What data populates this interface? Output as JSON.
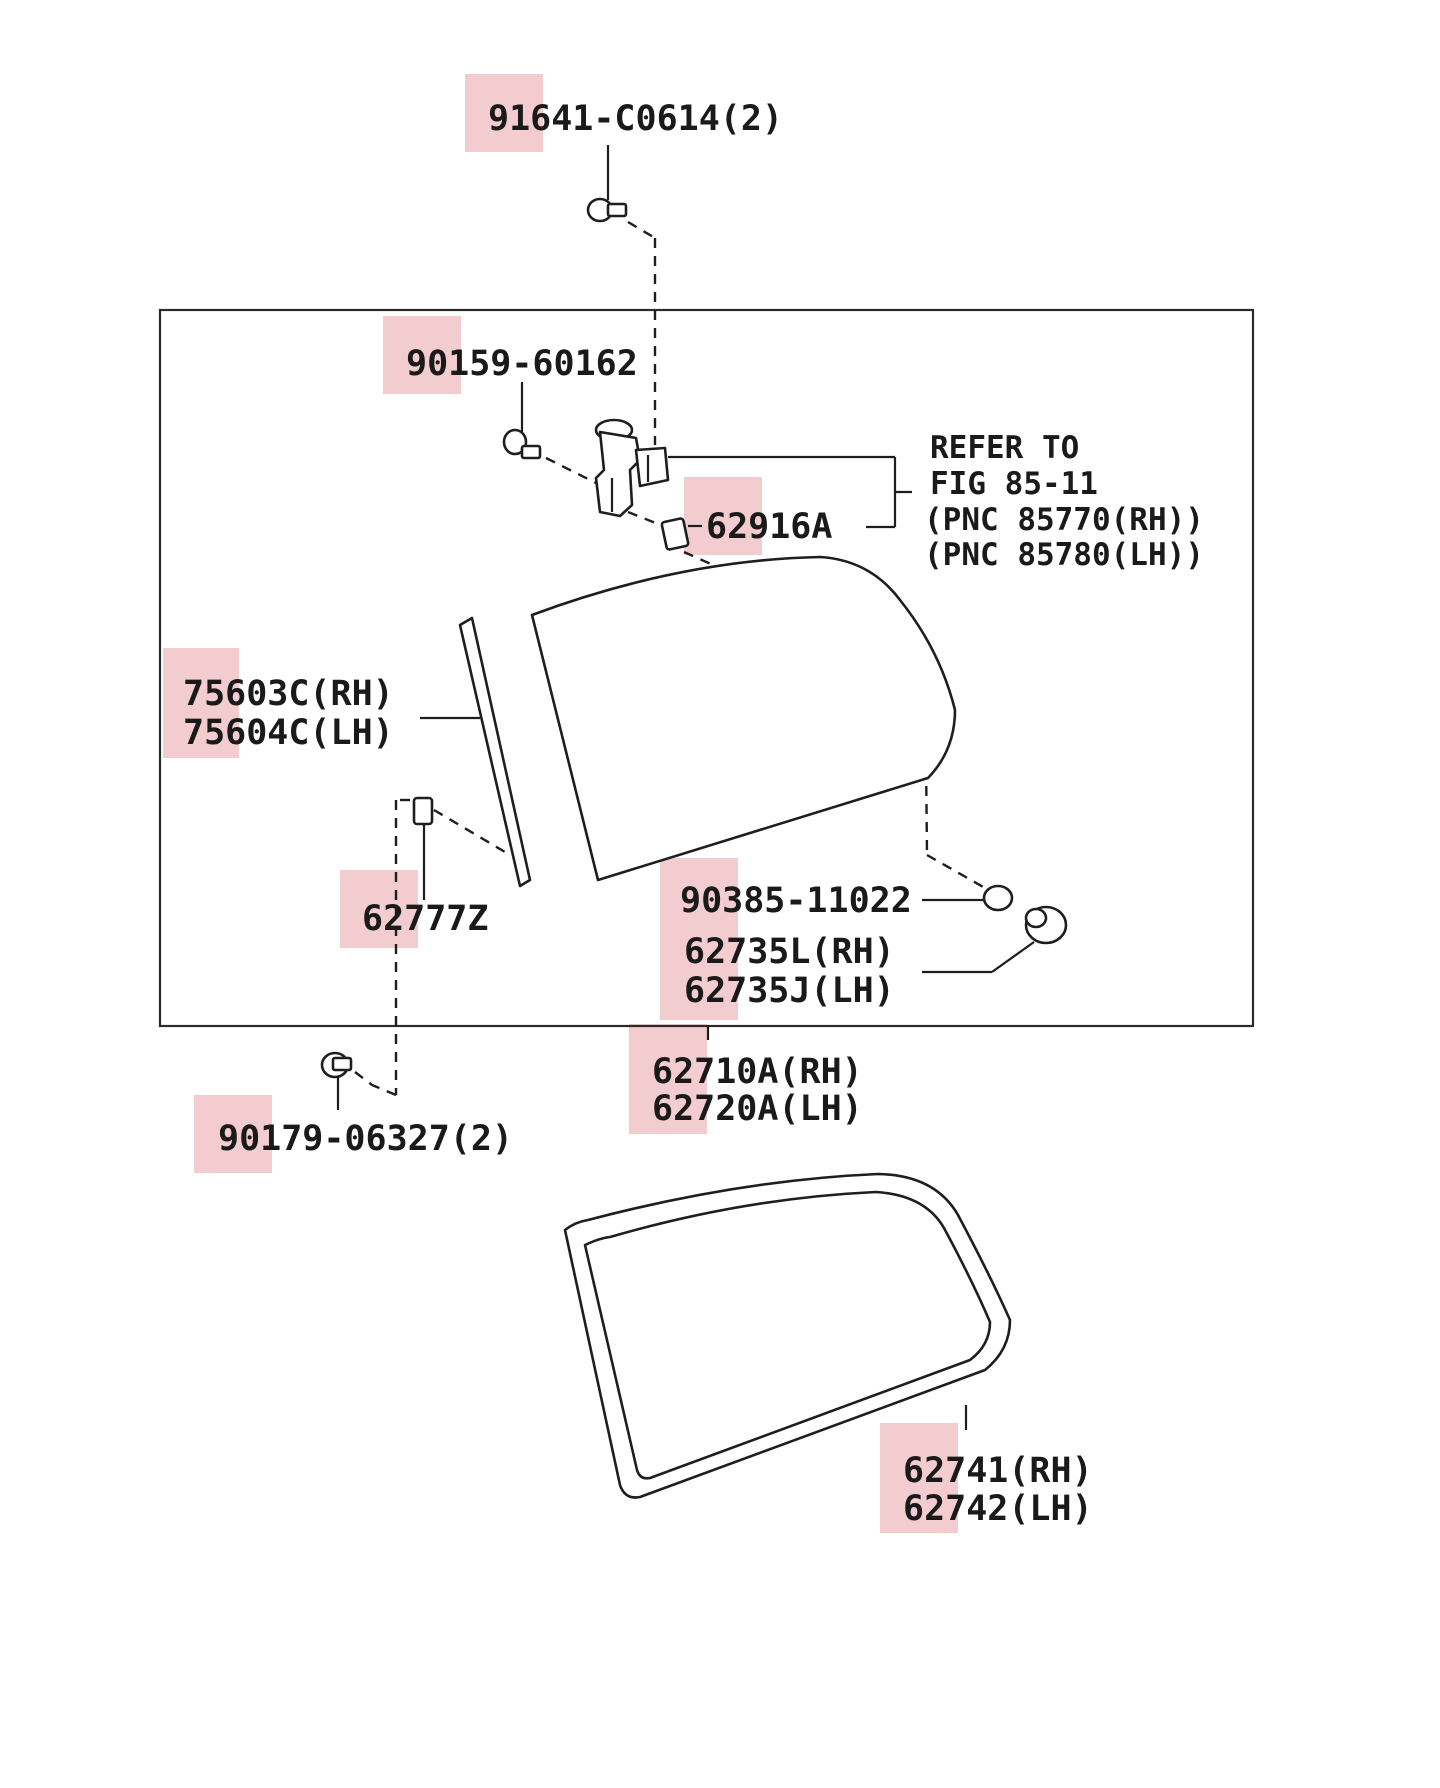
{
  "diagram": {
    "labels": {
      "bolt_top": "91641-C0614(2)",
      "screw_inner": "90159-60162",
      "refer_1": "REFER TO",
      "refer_2": "FIG 85-11",
      "refer_3": "(PNC 85770(RH))",
      "refer_4": "(PNC 85780(LH))",
      "clip_a": "62916A",
      "molding_rh": "75603C(RH)",
      "molding_lh": "75604C(LH)",
      "clip_z": "62777Z",
      "nut": "90385-11022",
      "cap_rh": "62735L(RH)",
      "cap_lh": "62735J(LH)",
      "glass_rh": "62710A(RH)",
      "glass_lh": "62720A(LH)",
      "bolt_bottom": "90179-06327(2)",
      "weather_rh": "62741(RH)",
      "weather_lh": "62742(LH)"
    },
    "highlight_color": "#e7a3a8",
    "line_color": "#1e1e1e"
  }
}
